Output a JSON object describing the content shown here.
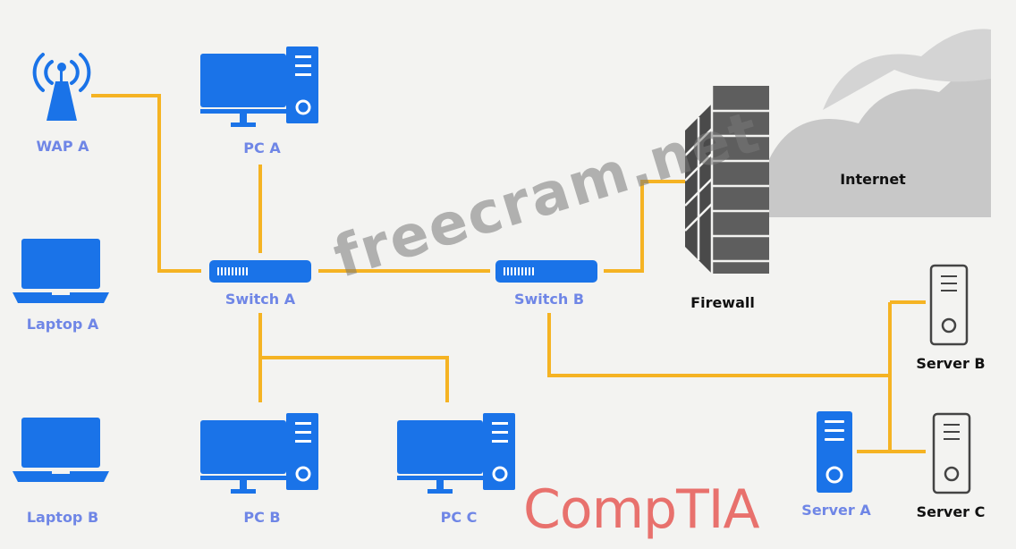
{
  "diagram": {
    "colors": {
      "device": "#1a73e8",
      "wire": "#f5b323",
      "firewall": "#5a5a5a",
      "cloud": "#c4c4c4",
      "label_blue": "#6f86e6"
    },
    "nodes": {
      "wap_a": {
        "label": "WAP A",
        "icon": "wireless-access-point-icon"
      },
      "pc_a": {
        "label": "PC A",
        "icon": "desktop-pc-icon"
      },
      "laptop_a": {
        "label": "Laptop A",
        "icon": "laptop-icon"
      },
      "laptop_b": {
        "label": "Laptop B",
        "icon": "laptop-icon"
      },
      "switch_a": {
        "label": "Switch A",
        "icon": "switch-icon"
      },
      "switch_b": {
        "label": "Switch B",
        "icon": "switch-icon"
      },
      "pc_b": {
        "label": "PC B",
        "icon": "desktop-pc-icon"
      },
      "pc_c": {
        "label": "PC C",
        "icon": "desktop-pc-icon"
      },
      "firewall": {
        "label": "Firewall",
        "icon": "firewall-icon"
      },
      "internet": {
        "label": "Internet",
        "icon": "cloud-icon"
      },
      "server_a": {
        "label": "Server A",
        "icon": "server-icon"
      },
      "server_b": {
        "label": "Server B",
        "icon": "server-outline-icon"
      },
      "server_c": {
        "label": "Server C",
        "icon": "server-outline-icon"
      }
    },
    "links": [
      [
        "WAP A",
        "Switch A"
      ],
      [
        "PC A",
        "Switch A"
      ],
      [
        "Switch A",
        "Switch B"
      ],
      [
        "Switch B",
        "Firewall"
      ],
      [
        "Firewall",
        "Internet"
      ],
      [
        "Switch A",
        "PC B"
      ],
      [
        "Switch A",
        "PC C"
      ],
      [
        "Switch B",
        "Server B"
      ],
      [
        "Switch B",
        "Server C"
      ],
      [
        "Switch B",
        "Server A"
      ]
    ]
  },
  "watermark": "freecram.net",
  "logo": "CompTIA"
}
